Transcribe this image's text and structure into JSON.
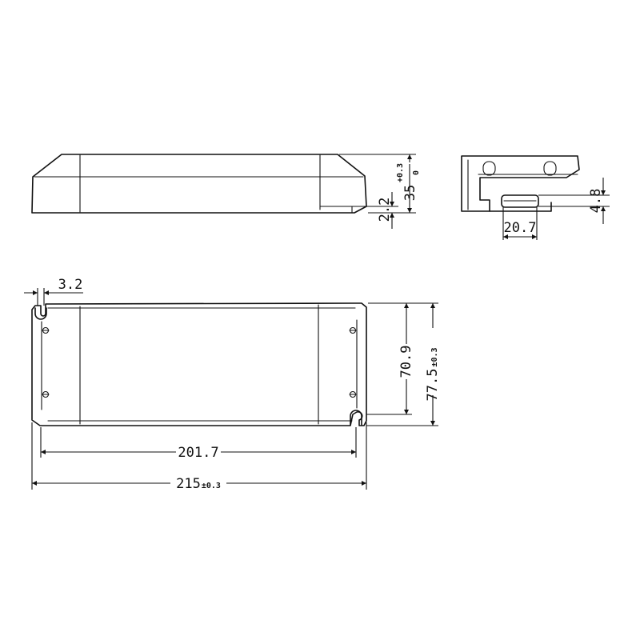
{
  "drawing": {
    "side_view": {
      "height_dim": "35",
      "height_tol_upper": "+0.3",
      "height_tol_lower": "0",
      "foot_dim": "2.2"
    },
    "end_view": {
      "opening_height": "4.8",
      "opening_width": "20.7"
    },
    "top_view": {
      "slot_width": "3.2",
      "hole_spacing_v": "70.9",
      "overall_width": "77.5",
      "overall_width_tol": "±0.3",
      "hole_spacing_h": "201.7",
      "overall_length": "215",
      "overall_length_tol": "±0.3"
    }
  }
}
